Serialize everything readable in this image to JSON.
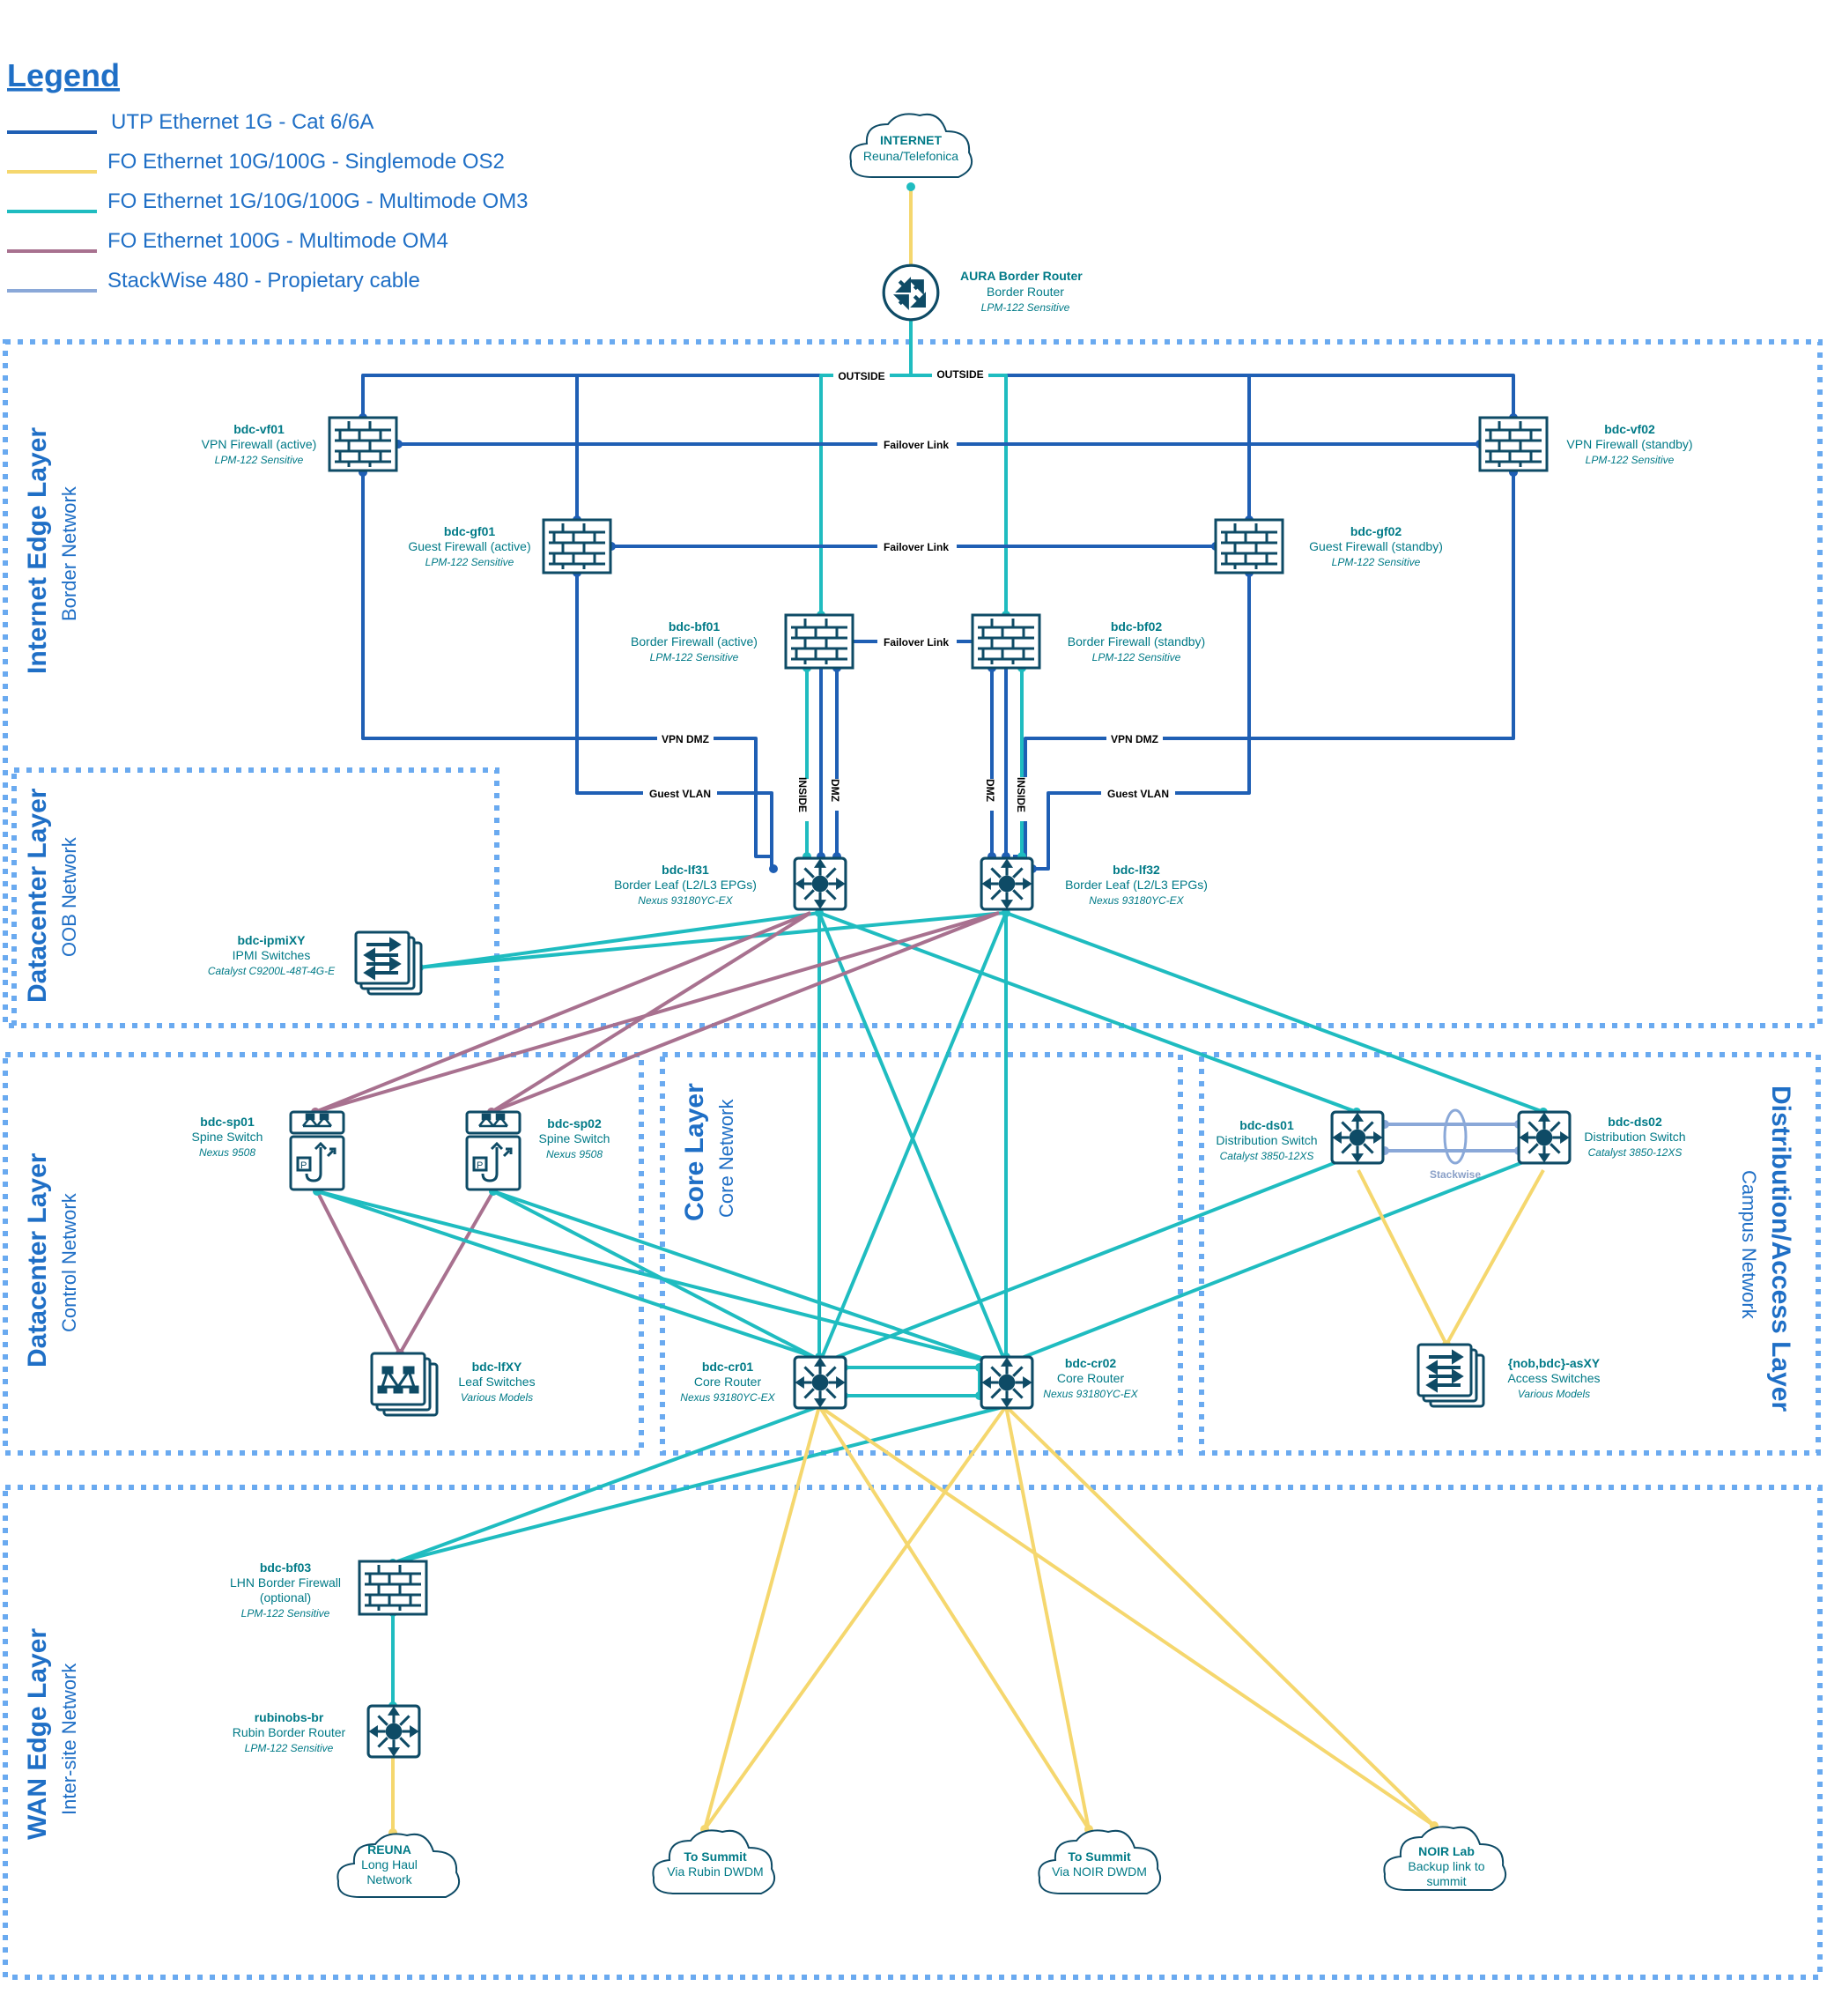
{
  "legend": {
    "title": "Legend",
    "items": [
      {
        "label": "UTP Ethernet 1G - Cat 6/6A",
        "color": "#1f5fb4"
      },
      {
        "label": "FO Ethernet 10G/100G - Singlemode OS2",
        "color": "#f5d76e"
      },
      {
        "label": "FO Ethernet 1G/10G/100G - Multimode OM3",
        "color": "#1fbcc0"
      },
      {
        "label": "FO Ethernet 100G - Multimode OM4",
        "color": "#a8718f"
      },
      {
        "label": "StackWise 480 - Propietary cable",
        "color": "#8aa8d8"
      }
    ]
  },
  "colors": {
    "utp": "#1f5fb4",
    "sm": "#f5d76e",
    "om3": "#1fbcc0",
    "om4": "#a8718f",
    "stack": "#8aa8d8",
    "frame": "#6aaaf0",
    "icon": "#0e4b66",
    "text": "#007a87",
    "layerText": "#1f6fc6"
  },
  "layers": {
    "internet_edge": {
      "title": "Internet Edge Layer",
      "subtitle": "Border Network"
    },
    "dc_oob": {
      "title": "Datacenter Layer",
      "subtitle": "OOB Network"
    },
    "dc_control": {
      "title": "Datacenter Layer",
      "subtitle": "Control Network"
    },
    "core": {
      "title": "Core Layer",
      "subtitle": "Core Network"
    },
    "distribution": {
      "title": "Distribution/Access Layer",
      "subtitle": "Campus Network"
    },
    "wan": {
      "title": "WAN Edge Layer",
      "subtitle": "Inter-site Network"
    }
  },
  "clouds": {
    "internet": {
      "title": "INTERNET",
      "lines": [
        "Reuna/Telefonica"
      ]
    },
    "reuna": {
      "title": "REUNA",
      "lines": [
        "Long Haul",
        "Network"
      ]
    },
    "summit_rubin": {
      "title": "To Summit",
      "lines": [
        "Via Rubin DWDM"
      ]
    },
    "summit_noir": {
      "title": "To Summit",
      "lines": [
        "Via NOIR DWDM"
      ]
    },
    "noir_lab": {
      "title": "NOIR Lab",
      "lines": [
        "Backup link to",
        "summit"
      ]
    }
  },
  "devices": {
    "aura": {
      "name": "AURA Border Router",
      "role": "Border Router",
      "model": "LPM-122 Sensitive",
      "icon": "router-icon"
    },
    "vf01": {
      "name": "bdc-vf01",
      "role": "VPN Firewall (active)",
      "model": "LPM-122 Sensitive",
      "icon": "firewall-icon"
    },
    "vf02": {
      "name": "bdc-vf02",
      "role": "VPN Firewall (standby)",
      "model": "LPM-122 Sensitive",
      "icon": "firewall-icon"
    },
    "gf01": {
      "name": "bdc-gf01",
      "role": "Guest Firewall (active)",
      "model": "LPM-122 Sensitive",
      "icon": "firewall-icon"
    },
    "gf02": {
      "name": "bdc-gf02",
      "role": "Guest Firewall (standby)",
      "model": "LPM-122 Sensitive",
      "icon": "firewall-icon"
    },
    "bf01": {
      "name": "bdc-bf01",
      "role": "Border Firewall (active)",
      "model": "LPM-122 Sensitive",
      "icon": "firewall-icon"
    },
    "bf02": {
      "name": "bdc-bf02",
      "role": "Border Firewall (standby)",
      "model": "LPM-122 Sensitive",
      "icon": "firewall-icon"
    },
    "lf31": {
      "name": "bdc-lf31",
      "role": "Border Leaf (L2/L3 EPGs)",
      "model": "Nexus 93180YC-EX",
      "icon": "l3-switch-icon"
    },
    "lf32": {
      "name": "bdc-lf32",
      "role": "Border Leaf (L2/L3 EPGs)",
      "model": "Nexus 93180YC-EX",
      "icon": "l3-switch-icon"
    },
    "ipmi": {
      "name": "bdc-ipmiXY",
      "role": "IPMI Switches",
      "model": "Catalyst C9200L-48T-4G-E",
      "icon": "switch-stack-icon"
    },
    "sp01": {
      "name": "bdc-sp01",
      "role": "Spine Switch",
      "model": "Nexus 9508",
      "icon": "spine-switch-icon"
    },
    "sp02": {
      "name": "bdc-sp02",
      "role": "Spine Switch",
      "model": "Nexus 9508",
      "icon": "spine-switch-icon"
    },
    "lfxy": {
      "name": "bdc-lfXY",
      "role": "Leaf Switches",
      "model": "Various Models",
      "icon": "leaf-switch-icon"
    },
    "cr01": {
      "name": "bdc-cr01",
      "role": "Core Router",
      "model": "Nexus 93180YC-EX",
      "icon": "l3-switch-icon"
    },
    "cr02": {
      "name": "bdc-cr02",
      "role": "Core Router",
      "model": "Nexus 93180YC-EX",
      "icon": "l3-switch-icon"
    },
    "ds01": {
      "name": "bdc-ds01",
      "role": "Distribution Switch",
      "model": "Catalyst 3850-12XS",
      "icon": "l3-switch-icon"
    },
    "ds02": {
      "name": "bdc-ds02",
      "role": "Distribution Switch",
      "model": "Catalyst 3850-12XS",
      "icon": "l3-switch-icon"
    },
    "asxy": {
      "name": "{nob,bdc}-asXY",
      "role": "Access Switches",
      "model": "Various Models",
      "icon": "switch-stack-icon"
    },
    "bf03": {
      "name": "bdc-bf03",
      "role": "LHN Border Firewall",
      "role2": "(optional)",
      "model": "LPM-122 Sensitive",
      "icon": "firewall-icon"
    },
    "rubinobs": {
      "name": "rubinobs-br",
      "role": "Rubin Border Router",
      "model": "LPM-122 Sensitive",
      "icon": "l3-switch-icon"
    }
  },
  "link_labels": {
    "outside": "OUTSIDE",
    "failover": "Failover Link",
    "vpn_dmz": "VPN DMZ",
    "guest_vlan": "Guest VLAN",
    "inside": "INSIDE",
    "dmz": "DMZ",
    "stackwise": "Stackwise"
  }
}
